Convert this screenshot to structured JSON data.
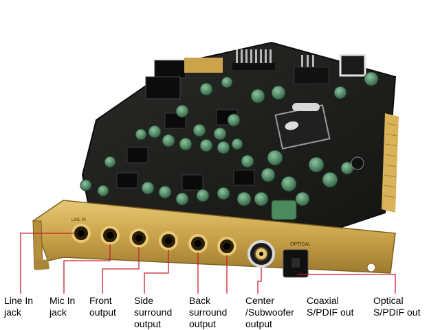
{
  "labels": [
    {
      "id": "line-in",
      "text": "Line In\njack"
    },
    {
      "id": "mic-in",
      "text": "Mic In\njack"
    },
    {
      "id": "front",
      "text": "Front\noutput"
    },
    {
      "id": "side",
      "text": "Side\nsurround\noutput"
    },
    {
      "id": "back",
      "text": "Back\nsurround\noutput"
    },
    {
      "id": "center",
      "text": "Center\n/Subwoofer\noutput"
    },
    {
      "id": "coaxial",
      "text": "Coaxial\nS/PDIF out"
    },
    {
      "id": "optical",
      "text": "Optical\nS/PDIF out"
    }
  ],
  "bracket_text": {
    "optical": "OPTICAL",
    "line_in": "LINE IN"
  },
  "colors": {
    "pcb": "#1c1d1b",
    "bracket": "#c9a24a",
    "gold_fingers": "#d9b25a",
    "leader": "#c8202a",
    "capacitor": "#3f7a55"
  }
}
